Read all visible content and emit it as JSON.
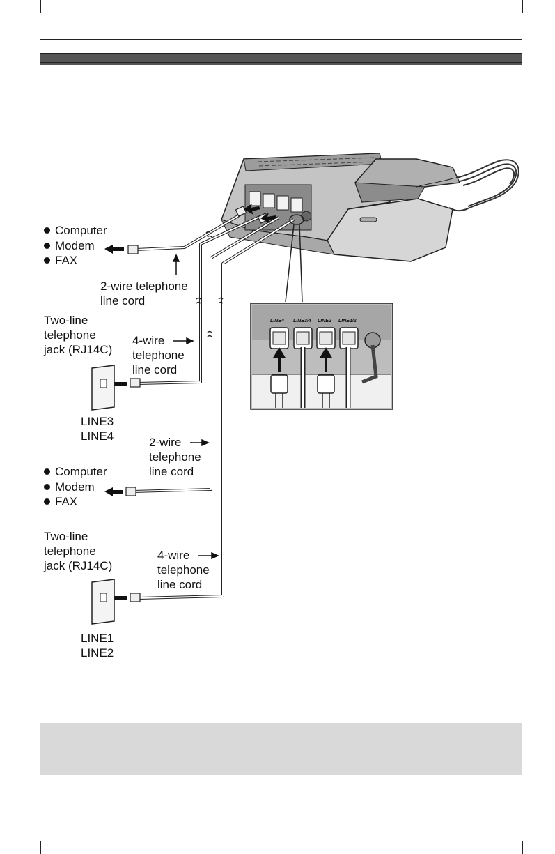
{
  "devices_group_1": [
    "Computer",
    "Modem",
    "FAX"
  ],
  "devices_group_2": [
    "Computer",
    "Modem",
    "FAX"
  ],
  "cord_2wire_top": [
    "2-wire telephone",
    "line cord"
  ],
  "jack_top": [
    "Two-line",
    "telephone",
    "jack  (RJ14C)"
  ],
  "cord_4wire_top": [
    "4-wire",
    "telephone",
    "line cord"
  ],
  "jack_top_lines": [
    "LINE3",
    "LINE4"
  ],
  "cord_2wire_mid": [
    "2-wire",
    "telephone",
    "line cord"
  ],
  "jack_bottom": [
    "Two-line",
    "telephone",
    "jack  (RJ14C)"
  ],
  "cord_4wire_bottom": [
    "4-wire",
    "telephone",
    "line cord"
  ],
  "jack_bottom_lines": [
    "LINE1",
    "LINE2"
  ],
  "inset_ports": [
    "LINE4",
    "LINE3/4",
    "LINE2",
    "LINE1/2"
  ],
  "colors": {
    "title_bar": "#555555",
    "note_box": "#d9d9d9",
    "device_body": "#cfcfcf"
  }
}
